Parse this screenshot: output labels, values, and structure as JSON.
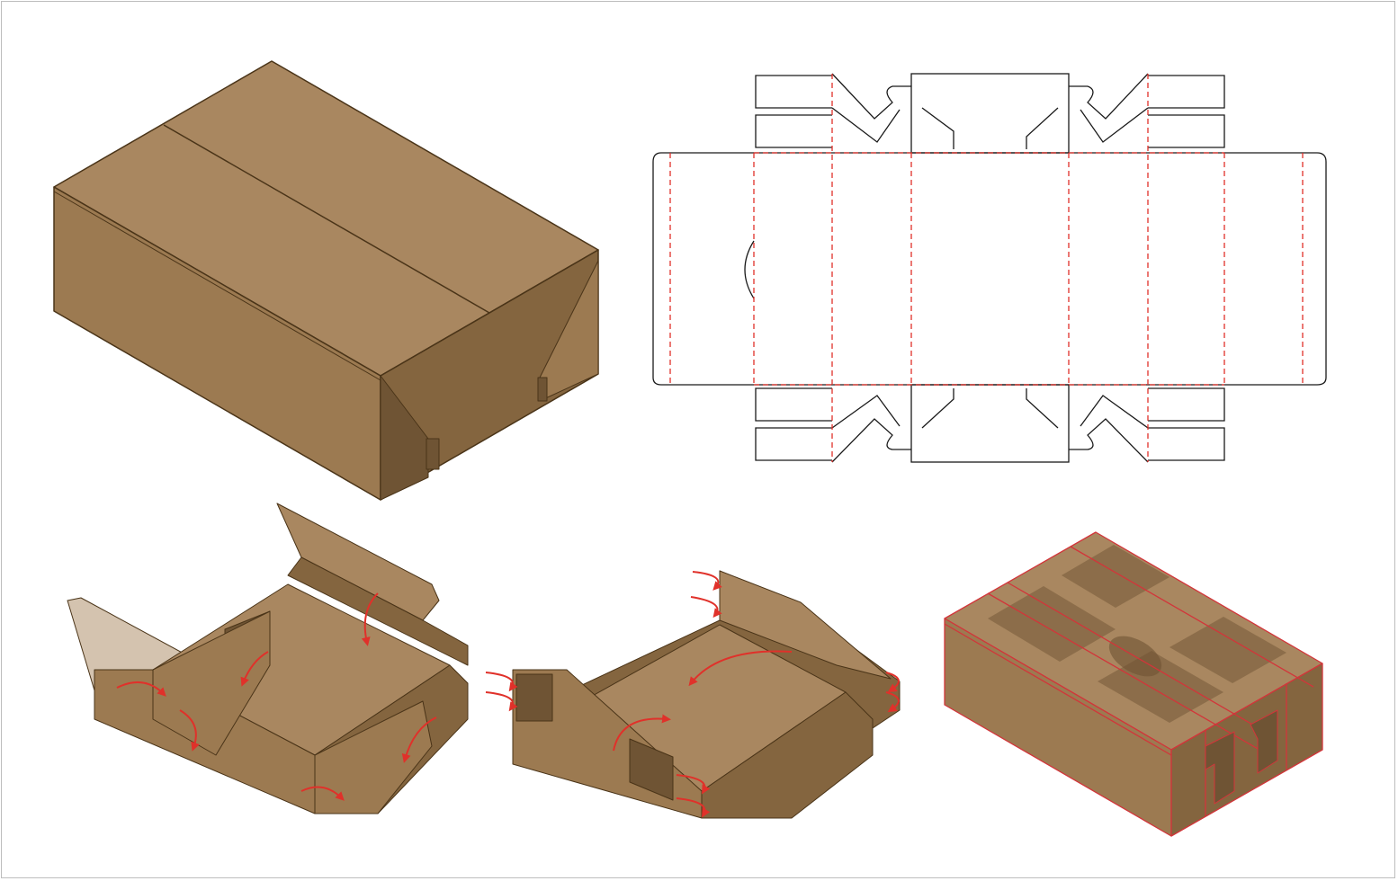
{
  "diagram": {
    "panels": [
      {
        "id": "closed-box",
        "description_visible": false
      },
      {
        "id": "dieline",
        "description_visible": false
      },
      {
        "id": "assembly-step-1",
        "description_visible": false
      },
      {
        "id": "assembly-step-2",
        "description_visible": false
      },
      {
        "id": "transparent-box",
        "description_visible": false
      }
    ],
    "colors": {
      "kraft_top": "#a98760",
      "kraft_front": "#9c7a51",
      "kraft_side": "#84653f",
      "kraft_dark": "#6f5434",
      "outline": "#4a3418",
      "cut_line": "#1a1a1a",
      "fold_line": "#e0312a",
      "arrow": "#e0312a",
      "transparent_edge": "#d2353a",
      "background": "#ffffff"
    },
    "line_styles": {
      "cut": "solid",
      "fold": "dashed"
    }
  }
}
